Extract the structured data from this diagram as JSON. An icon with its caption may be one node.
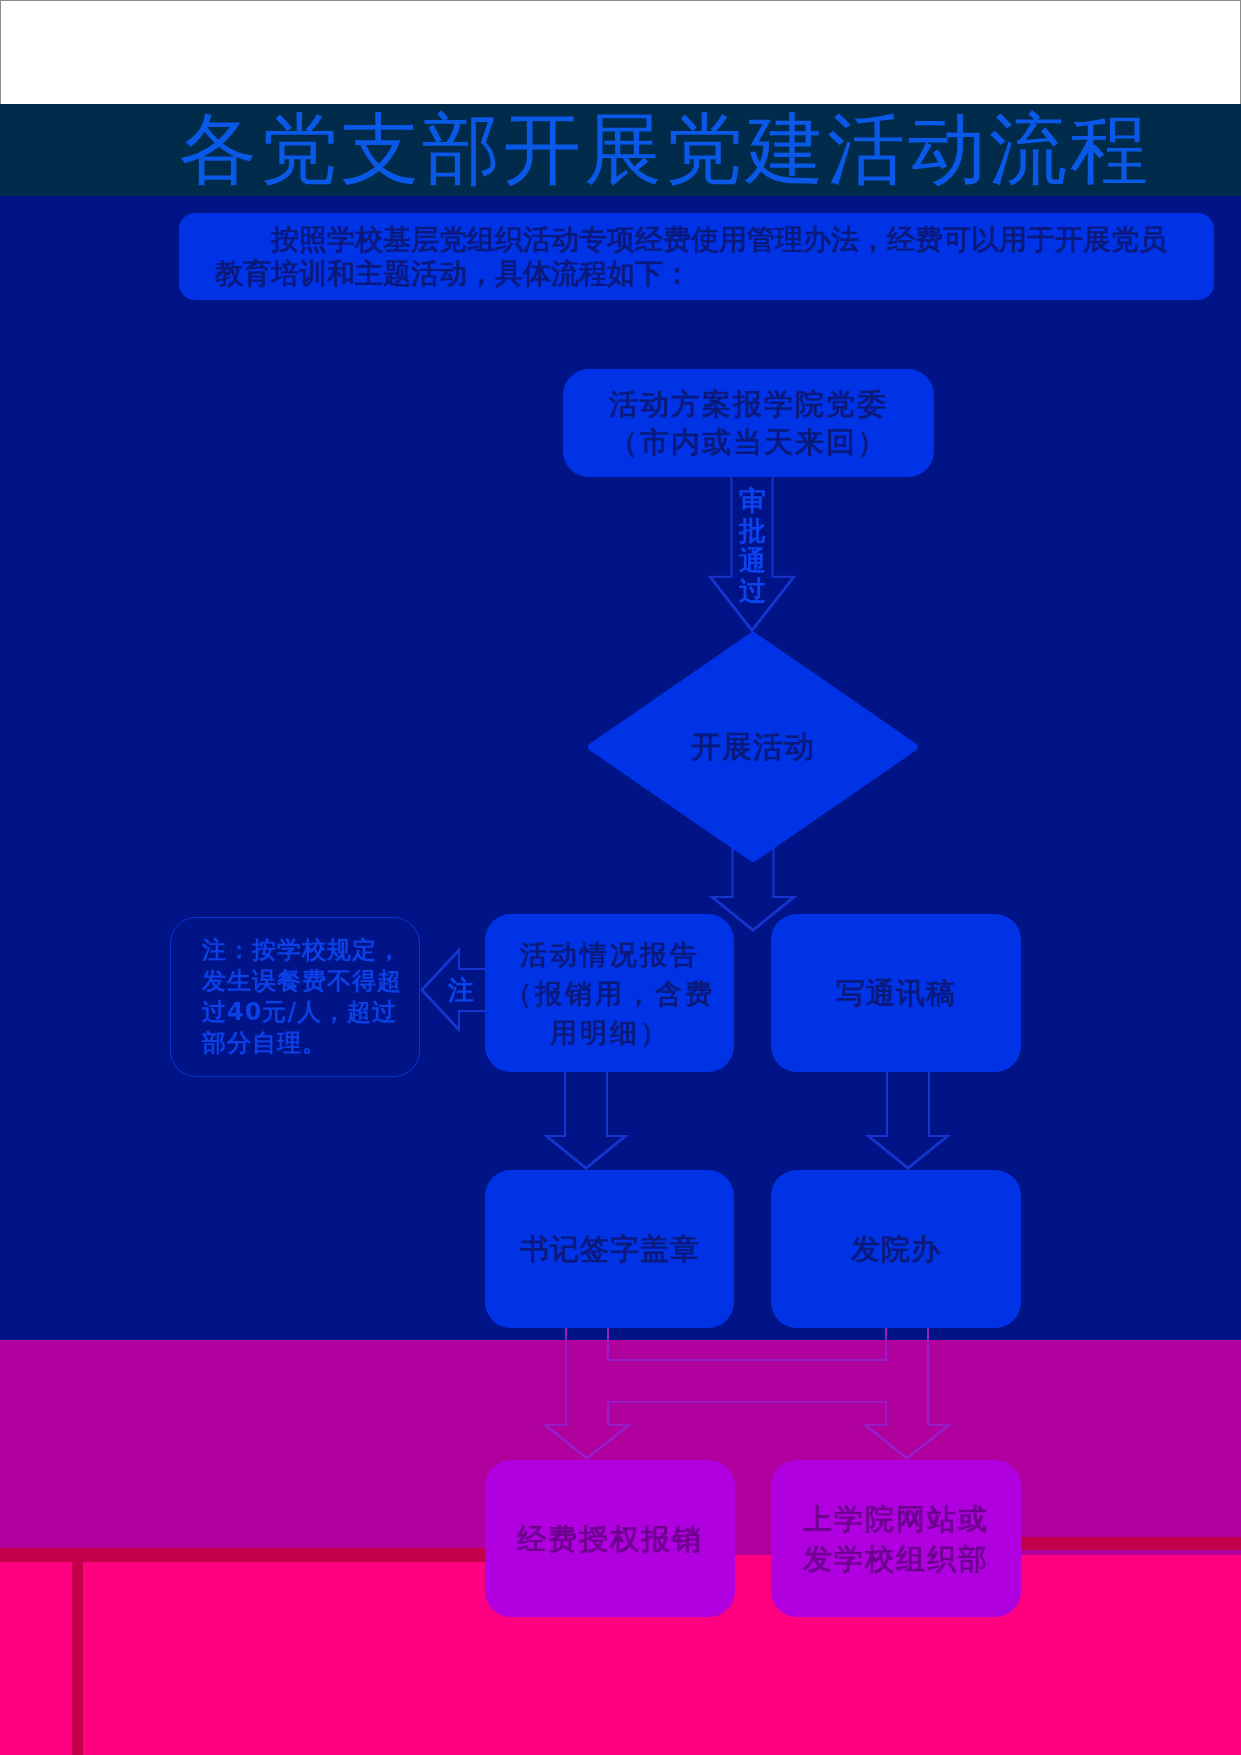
{
  "diagram": {
    "title": "各党支部开展党建活动流程",
    "nodes": [
      {
        "text": [
          "按照学校基层党组织活动专项经费使用管理办法，经费可以用于开展党员教育培训和主题活动，具体流程如下："
        ]
      },
      {
        "text": [
          "活动方案报学院党委（市内或当天来回）"
        ]
      },
      {
        "text": [
          "开展活动"
        ]
      },
      {
        "text": [
          "注：按学校规定，发生误餐费不得超过40元/人，超过部分自理。"
        ]
      },
      {
        "text": [
          "活动情况报告（报销用，含费用明细）"
        ]
      },
      {
        "text": [
          "写通讯稿"
        ]
      },
      {
        "text": [
          "书记签字盖章"
        ]
      },
      {
        "text": [
          "发院办"
        ]
      },
      {
        "text": [
          "经费授权报销"
        ]
      },
      {
        "text": [
          "上学院网站或发学校组织部"
        ]
      }
    ],
    "edges": [
      {
        "from": 1,
        "to": 2,
        "arrow": "to",
        "label": "审批通过"
      },
      {
        "from": 2,
        "to": 4,
        "arrow": "to"
      },
      {
        "from": 2,
        "to": 5,
        "arrow": "to"
      },
      {
        "from": 4,
        "to": 3,
        "arrow": "to",
        "label": "注"
      },
      {
        "from": 4,
        "to": 6,
        "arrow": "to"
      },
      {
        "from": 5,
        "to": 7,
        "arrow": "to"
      },
      {
        "from": 6,
        "to": 8,
        "arrow": "to",
        "color": "#9a1cc8"
      },
      {
        "from": 6,
        "to": 9,
        "arrow": "to",
        "color": "#9a1cc8"
      },
      {
        "from": 7,
        "to": 8,
        "arrow": "to",
        "color": "#9a1cc8"
      },
      {
        "from": 7,
        "to": 9,
        "arrow": "to",
        "color": "#9a1cc8"
      }
    ]
  }
}
